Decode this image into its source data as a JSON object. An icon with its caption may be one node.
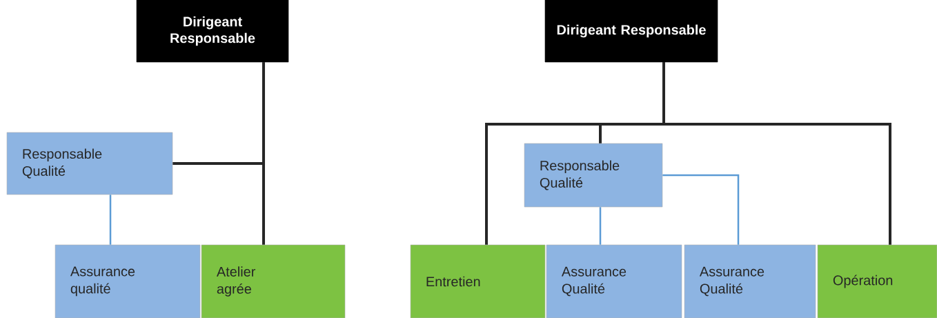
{
  "diagram": {
    "nodes": [
      {
        "text": [
          "Dirigeant Responsable"
        ]
      },
      {
        "text": [
          "Responsable Qualité"
        ]
      },
      {
        "text": [
          "Assurance qualité"
        ]
      },
      {
        "text": [
          "Atelier agrée"
        ]
      },
      {
        "text": [
          "Dirigeant Responsable"
        ]
      },
      {
        "text": [
          "Responsable Qualité"
        ]
      },
      {
        "text": [
          "Entretien"
        ]
      },
      {
        "text": [
          "Assurance Qualité"
        ]
      },
      {
        "text": [
          "Assurance Qualité"
        ]
      },
      {
        "text": [
          "Opération"
        ]
      }
    ],
    "edges": [
      {
        "from": 0,
        "to": 1,
        "arrow": "none"
      },
      {
        "from": 0,
        "to": 3,
        "arrow": "none"
      },
      {
        "from": 1,
        "to": 2,
        "arrow": "none",
        "color": "#5b9bd5"
      },
      {
        "from": 4,
        "to": 5,
        "arrow": "none"
      },
      {
        "from": 4,
        "to": 6,
        "arrow": "none"
      },
      {
        "from": 4,
        "to": 9,
        "arrow": "none"
      },
      {
        "from": 5,
        "to": 7,
        "arrow": "none",
        "color": "#5b9bd5"
      },
      {
        "from": 5,
        "to": 8,
        "arrow": "none",
        "color": "#5b9bd5"
      }
    ]
  }
}
